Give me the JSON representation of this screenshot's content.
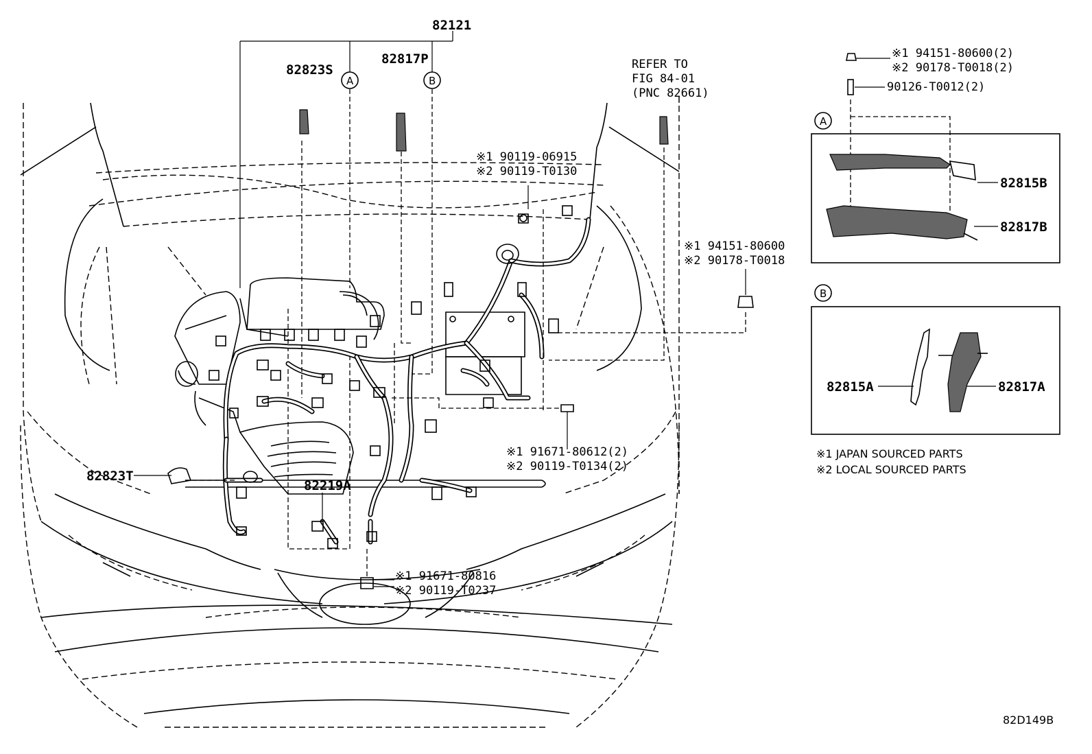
{
  "labels": {
    "harness_main": "82121",
    "part_82823S": "82823S",
    "part_82817P": "82817P",
    "marker_a": "A",
    "marker_b": "B",
    "refer_line1": "REFER TO",
    "refer_line2": "FIG 84-01",
    "refer_line3": "(PNC 82661)",
    "bolt_top_j": "※1 90119-06915",
    "bolt_top_l": "※2 90119-T0130",
    "nut_right_j": "※1 94151-80600",
    "nut_right_l": "※2 90178-T0018",
    "bolt_mid_j": "※1 91671-80612(2)",
    "bolt_mid_l": "※2 90119-T0134(2)",
    "bolt_bot_j": "※1 91671-80816",
    "bolt_bot_l": "※2 90119-T0237",
    "part_82823T": "82823T",
    "part_82219A": "82219A",
    "kit_nut_j": "※1 94151-80600(2)",
    "kit_nut_l": "※2 90178-T0018(2)",
    "kit_stud": "90126-T0012(2)",
    "part_82815B": "82815B",
    "part_82817B": "82817B",
    "part_82815A": "82815A",
    "part_82817A": "82817A",
    "legend_1": "※1 JAPAN SOURCED PARTS",
    "legend_2": "※2 LOCAL SOURCED PARTS",
    "figure_code": "82D149B"
  }
}
